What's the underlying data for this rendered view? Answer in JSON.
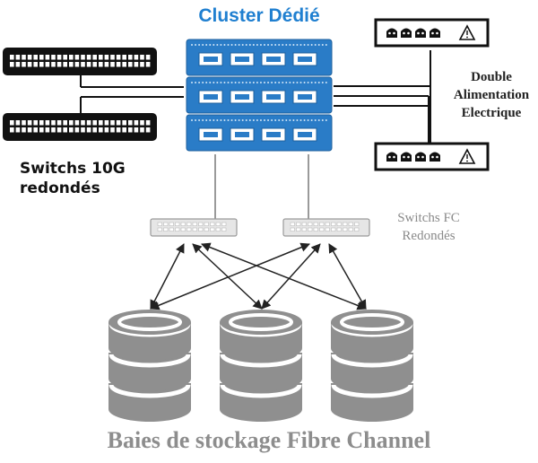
{
  "cluster_title": "Cluster Dédié",
  "switches_10g": {
    "line1": "Switchs 10G",
    "line2": "redondés"
  },
  "switches_fc": {
    "line1": "Switchs FC",
    "line2": "Redondés"
  },
  "power": {
    "line1": "Double",
    "line2": "Alimentation",
    "line3": "Electrique"
  },
  "storage_caption": "Baies de stockage Fibre Channel",
  "icons": {
    "server": "rack-server-icon",
    "switch_10g": "network-switch-icon",
    "switch_fc": "fc-switch-icon",
    "pdu": "power-strip-icon",
    "storage": "database-cylinder-icon",
    "warning": "warning-triangle-icon"
  },
  "colors": {
    "accent": "#1f7fd0",
    "server": "#2a7cc7",
    "switch_10g": "#111111",
    "storage": "#8f8f8f",
    "muted_text": "#8a8a8a",
    "lines": "#111111",
    "fc_links": "#9a9a9a"
  }
}
